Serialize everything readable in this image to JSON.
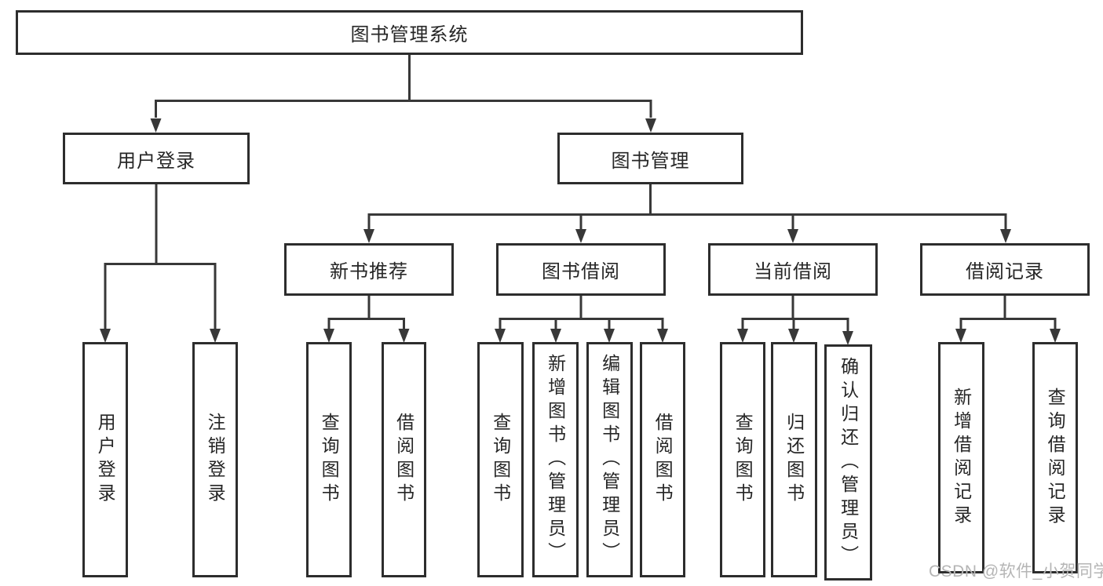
{
  "diagram": {
    "root": "图书管理系统",
    "user_branch": {
      "label": "用户登录",
      "children": [
        "用户登录",
        "注销登录"
      ]
    },
    "book_branch": {
      "label": "图书管理",
      "groups": [
        {
          "label": "新书推荐",
          "children": [
            "查询图书",
            "借阅图书"
          ]
        },
        {
          "label": "图书借阅",
          "children": [
            "查询图书",
            "新增图书（管理员）",
            "编辑图书（管理员）",
            "借阅图书"
          ]
        },
        {
          "label": "当前借阅",
          "children": [
            "查询图书",
            "归还图书",
            "确认归还（管理员）"
          ]
        },
        {
          "label": "借阅记录",
          "children": [
            "新增借阅记录",
            "查询借阅记录"
          ]
        }
      ]
    }
  },
  "watermark": "CSDN @软件_小贺同学",
  "colors": {
    "line": "#383838",
    "border": "#2d2d2d",
    "text": "#262626",
    "watermark": "#b5b5b5"
  }
}
